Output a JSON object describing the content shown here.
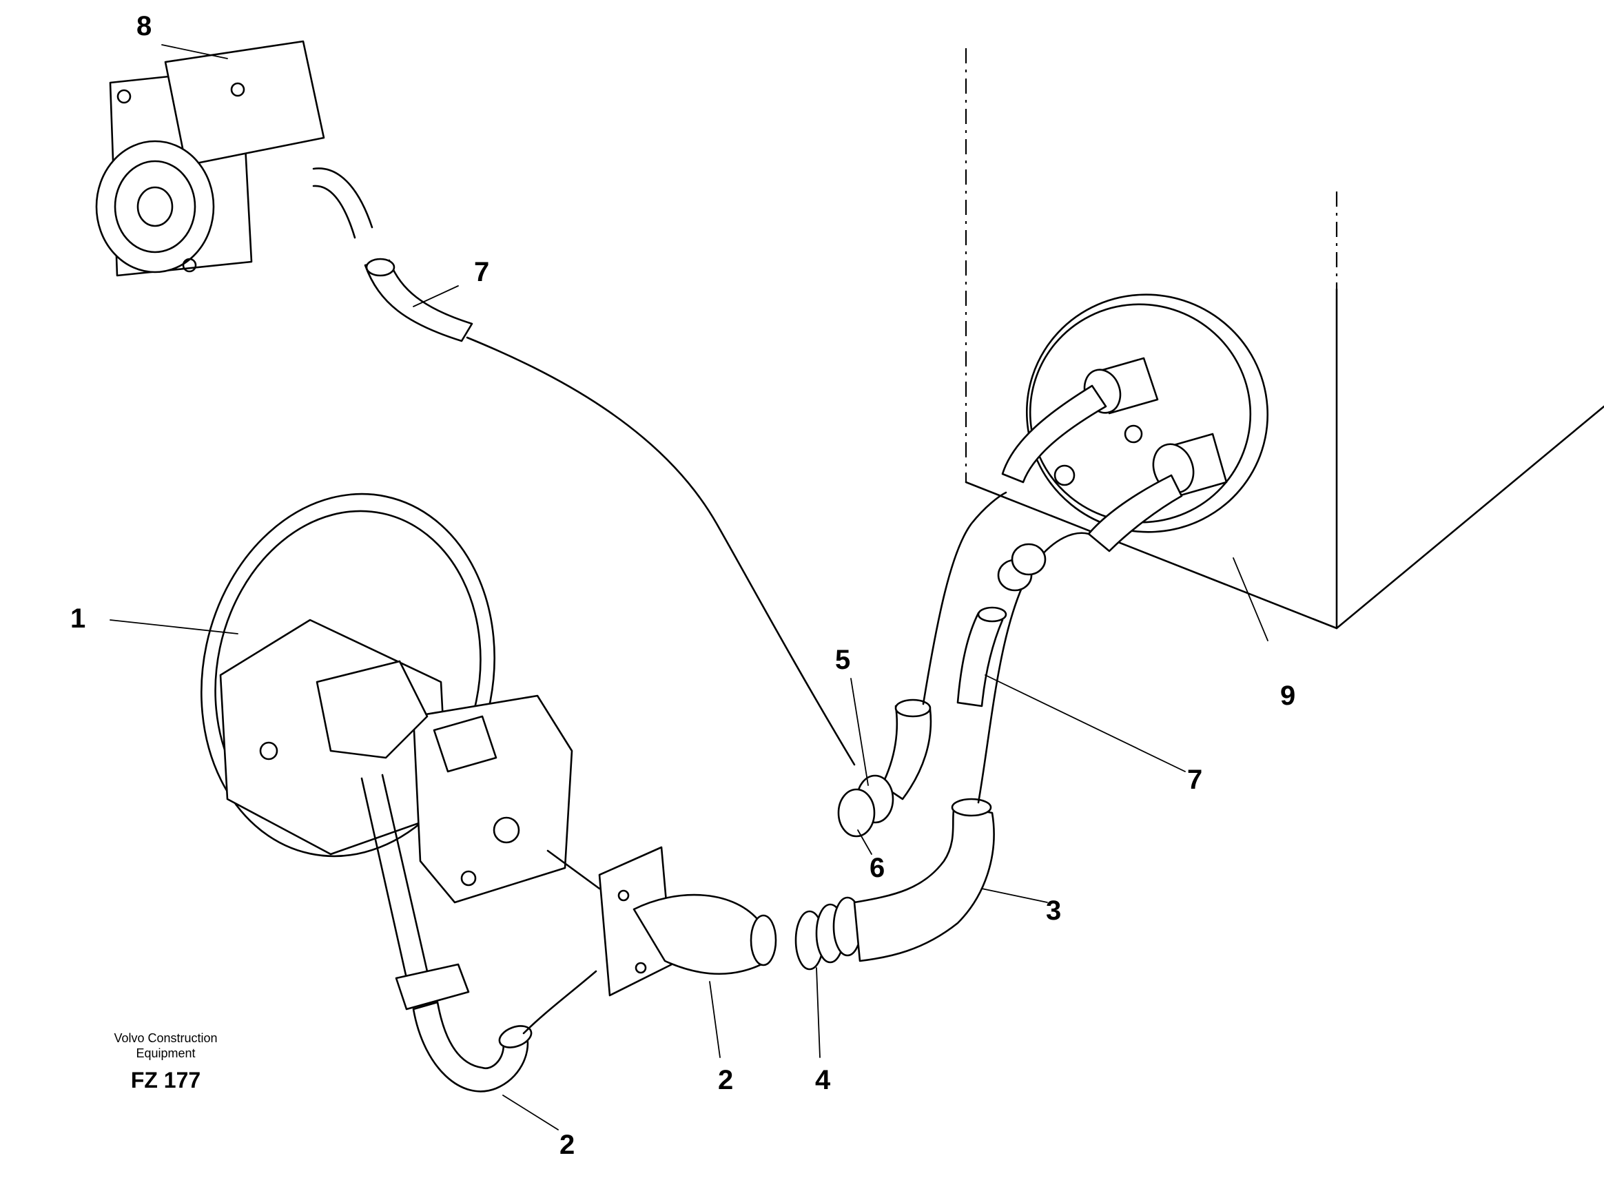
{
  "diagram": {
    "callouts": {
      "pump_flange": "1",
      "suction_pipe_upper": "2",
      "suction_pipe_lower": "2",
      "hose_3": "3",
      "clamp_4": "4",
      "clamp_5": "5",
      "clamp_6": "6",
      "hose_7_upper": "7",
      "hose_7_lower": "7",
      "gear_pump": "8",
      "tank": "9"
    },
    "credit": {
      "line1": "Volvo Construction",
      "line2": "Equipment",
      "code": "FZ 177"
    }
  }
}
